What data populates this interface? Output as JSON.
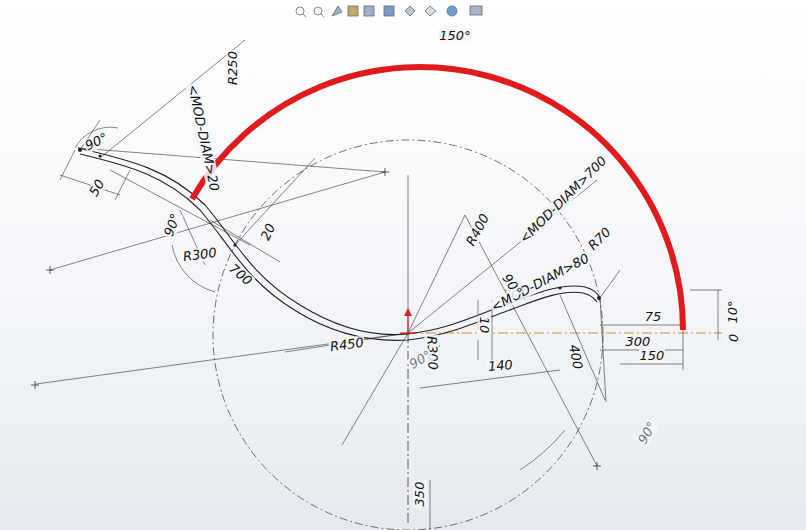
{
  "diagram": {
    "labels": [
      "150°",
      "90°",
      "R250",
      "<MOD-DIAM>20",
      "50",
      "90°",
      "R300",
      "700",
      "20",
      "R450",
      "R400",
      "<MOD-DIAM>700",
      "R70",
      "<MOD-DIAM>80",
      "90°",
      "10",
      "R300",
      "90°",
      "140",
      "400",
      "75",
      "300",
      "150",
      "10°",
      "0",
      "90°",
      "350"
    ]
  }
}
